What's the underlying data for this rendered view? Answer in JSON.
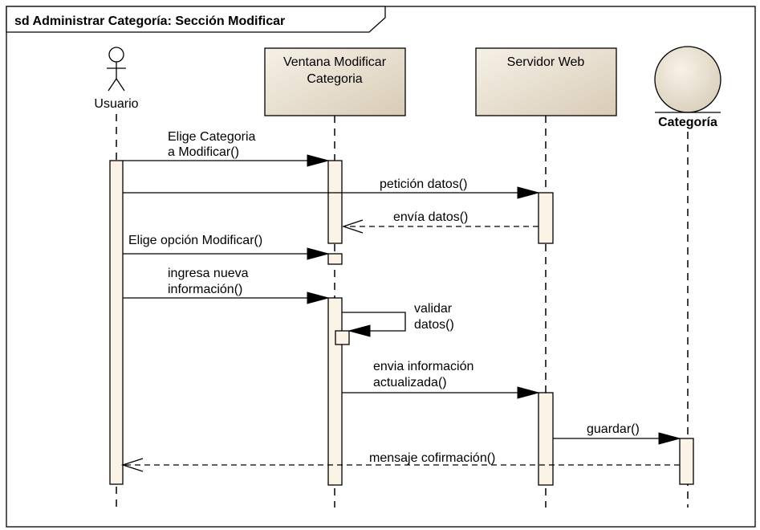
{
  "frame": {
    "title": "sd Administrar Categoría: Sección Modificar"
  },
  "colors": {
    "box_fill_light": "#f5efe4",
    "box_fill_dark": "#dcd0bc",
    "activation_fill": "#fbf3e6",
    "line": "#000000"
  },
  "participants": {
    "actor": {
      "label": "Usuario",
      "icon": "stick-figure-actor-icon"
    },
    "window": {
      "line1": "Ventana Modificar",
      "line2": "Categoria"
    },
    "server": {
      "label": "Servidor Web"
    },
    "entity": {
      "label": "Categoría",
      "icon": "entity-circle-icon"
    }
  },
  "messages": {
    "m1": {
      "line1": "Elige Categoria",
      "line2": "a Modificar()"
    },
    "m2": {
      "label": "petición datos()"
    },
    "m3": {
      "label": "envía datos()"
    },
    "m4": {
      "label": "Elige opción Modificar()"
    },
    "m5": {
      "line1": "ingresa nueva",
      "line2": "información()"
    },
    "m6": {
      "line1": "validar",
      "line2": "datos()"
    },
    "m7": {
      "line1": "envia información",
      "line2": "actualizada()"
    },
    "m8": {
      "label": "guardar()"
    },
    "m9": {
      "label": "mensaje cofirmación()"
    }
  }
}
